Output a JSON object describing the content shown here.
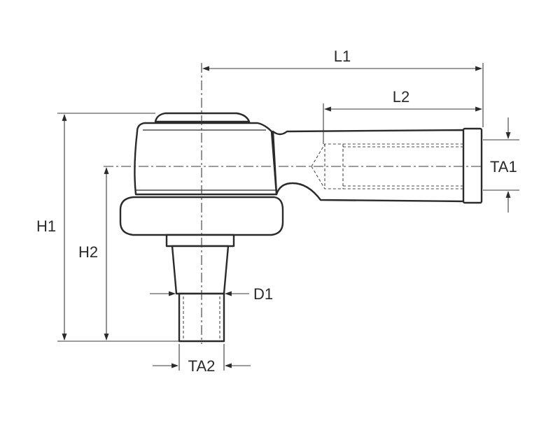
{
  "diagram": {
    "labels": {
      "L1": "L1",
      "L2": "L2",
      "H1": "H1",
      "H2": "H2",
      "TA1": "TA1",
      "TA2": "TA2",
      "D1": "D1"
    },
    "colors": {
      "line": "#2a2a2a",
      "background": "#ffffff"
    }
  }
}
